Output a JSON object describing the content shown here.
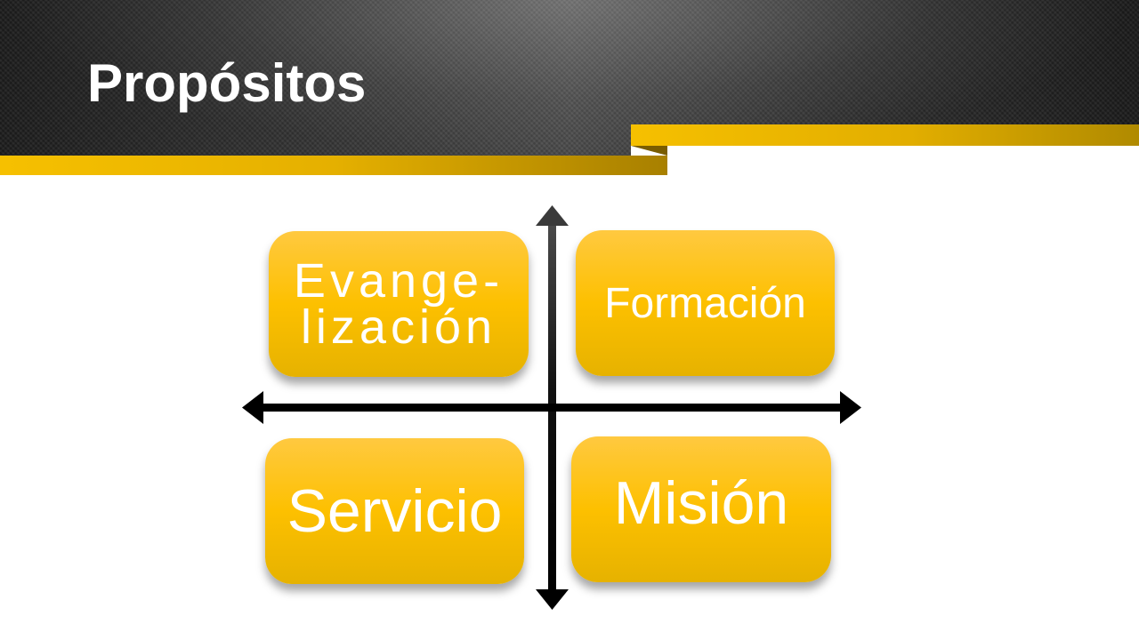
{
  "slide": {
    "title": "Propósitos"
  },
  "diagram": {
    "quadrants": [
      {
        "label": "Evange-\nlización"
      },
      {
        "label": "Formación"
      },
      {
        "label": "Servicio"
      },
      {
        "label": "Misión"
      }
    ]
  },
  "colors": {
    "accent_gold": "#fdc000",
    "header_dark": "#2e2e2e",
    "tile_text": "#ffffff",
    "axis": "#000000"
  }
}
